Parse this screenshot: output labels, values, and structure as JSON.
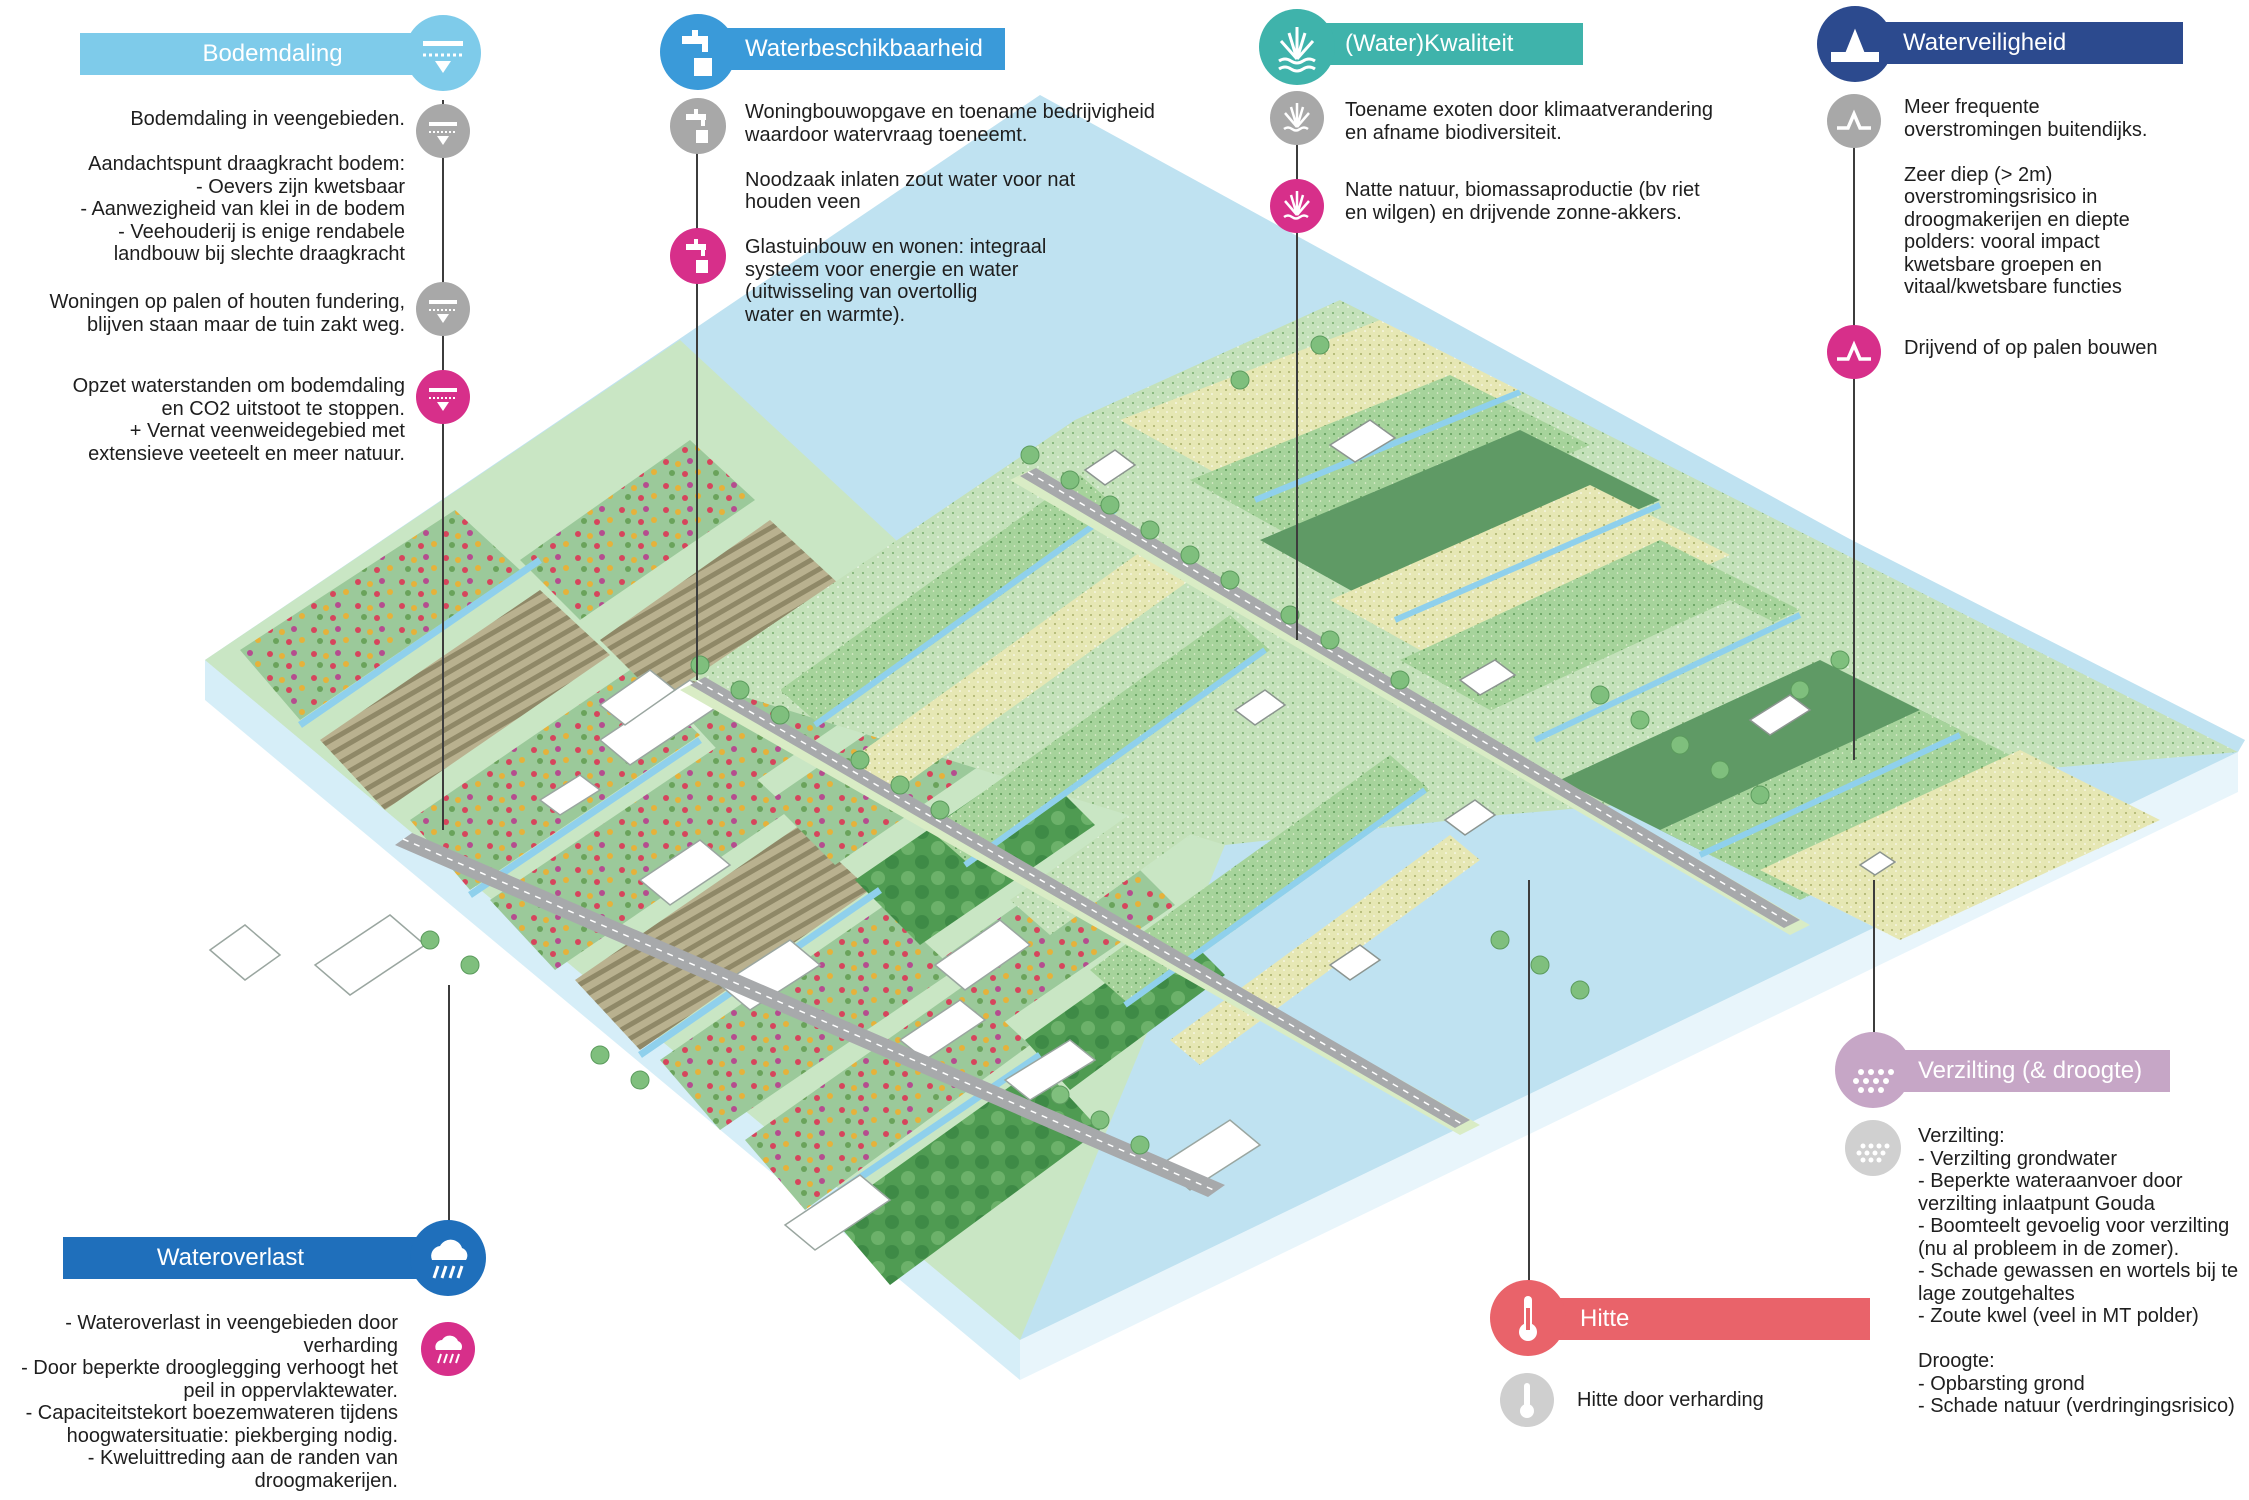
{
  "colors": {
    "bodemdaling": "#7ecbea",
    "waterbeschikbaarheid": "#3a9ad9",
    "kwaliteit": "#3fb3ab",
    "waterveiligheid": "#2c4a8e",
    "verzilting": "#c6a6c6",
    "hitte": "#e9636a",
    "wateroverlast": "#1f6fbb",
    "current": "#a8a8a8",
    "future": "#d72f8a"
  },
  "bodemdaling": {
    "title": "Bodemdaling",
    "items": [
      "Bodemdaling in veengebieden.",
      "Aandachtspunt draagkracht bodem:\n- Oevers zijn kwetsbaar\n- Aanwezigheid van klei in de bodem\n- Veehouderij is enige rendabele\nlandbouw bij slechte draagkracht",
      "Woningen op palen of houten fundering,\nblijven staan maar de tuin zakt weg.",
      "Opzet waterstanden om bodemdaling\nen CO2 uitstoot te stoppen.\n+ Vernat veenweidegebied met\nextensieve veeteelt en meer natuur."
    ]
  },
  "waterbeschikbaarheid": {
    "title": "Waterbeschikbaarheid",
    "items": [
      "Woningbouwopgave en toename bedrijvigheid\nwaardoor watervraag toeneemt.\n\nNoodzaak inlaten zout water voor nat\nhouden veen",
      "Glastuinbouw en wonen: integraal\nsysteem voor energie en water\n(uitwisseling van overtollig\nwater en warmte)."
    ]
  },
  "kwaliteit": {
    "title": "(Water)Kwaliteit",
    "items": [
      "Toename exoten door klimaatverandering\nen afname biodiversiteit.",
      "Natte natuur, biomassaproductie (bv riet\nen wilgen) en drijvende zonne-akkers."
    ]
  },
  "waterveiligheid": {
    "title": "Waterveiligheid",
    "items": [
      "Meer frequente\noverstromingen buitendijks.\n\nZeer diep (> 2m)\noverstromingsrisico in\ndroogmakerijen en diepte\npolders: vooral impact\nkwetsbare groepen en\nvitaal/kwetsbare functies",
      "Drijvend of op palen bouwen"
    ]
  },
  "verzilting": {
    "title": "Verzilting (& droogte)",
    "items": [
      "Verzilting:\n- Verzilting grondwater\n- Beperkte wateraanvoer door\nverzilting inlaatpunt Gouda\n- Boomteelt gevoelig voor verzilting\n(nu al probleem in de zomer).\n- Schade gewassen en wortels bij te\nlage zoutgehaltes\n- Zoute kwel (veel in MT polder)\n\nDroogte:\n- Opbarsting grond\n- Schade natuur (verdringingsrisico)"
    ]
  },
  "hitte": {
    "title": "Hitte",
    "items": [
      "Hitte door verharding"
    ]
  },
  "wateroverlast": {
    "title": "Wateroverlast",
    "items": [
      "- Wateroverlast in veengebieden door\nverharding\n- Door beperkte drooglegging verhoogt het\npeil in oppervlaktewater.\n- Capaciteitstekort boezemwateren tijdens\nhoogwatersituatie: piekberging nodig.\n- Kweluittreding aan de randen van\ndroogmakerijen."
    ]
  }
}
